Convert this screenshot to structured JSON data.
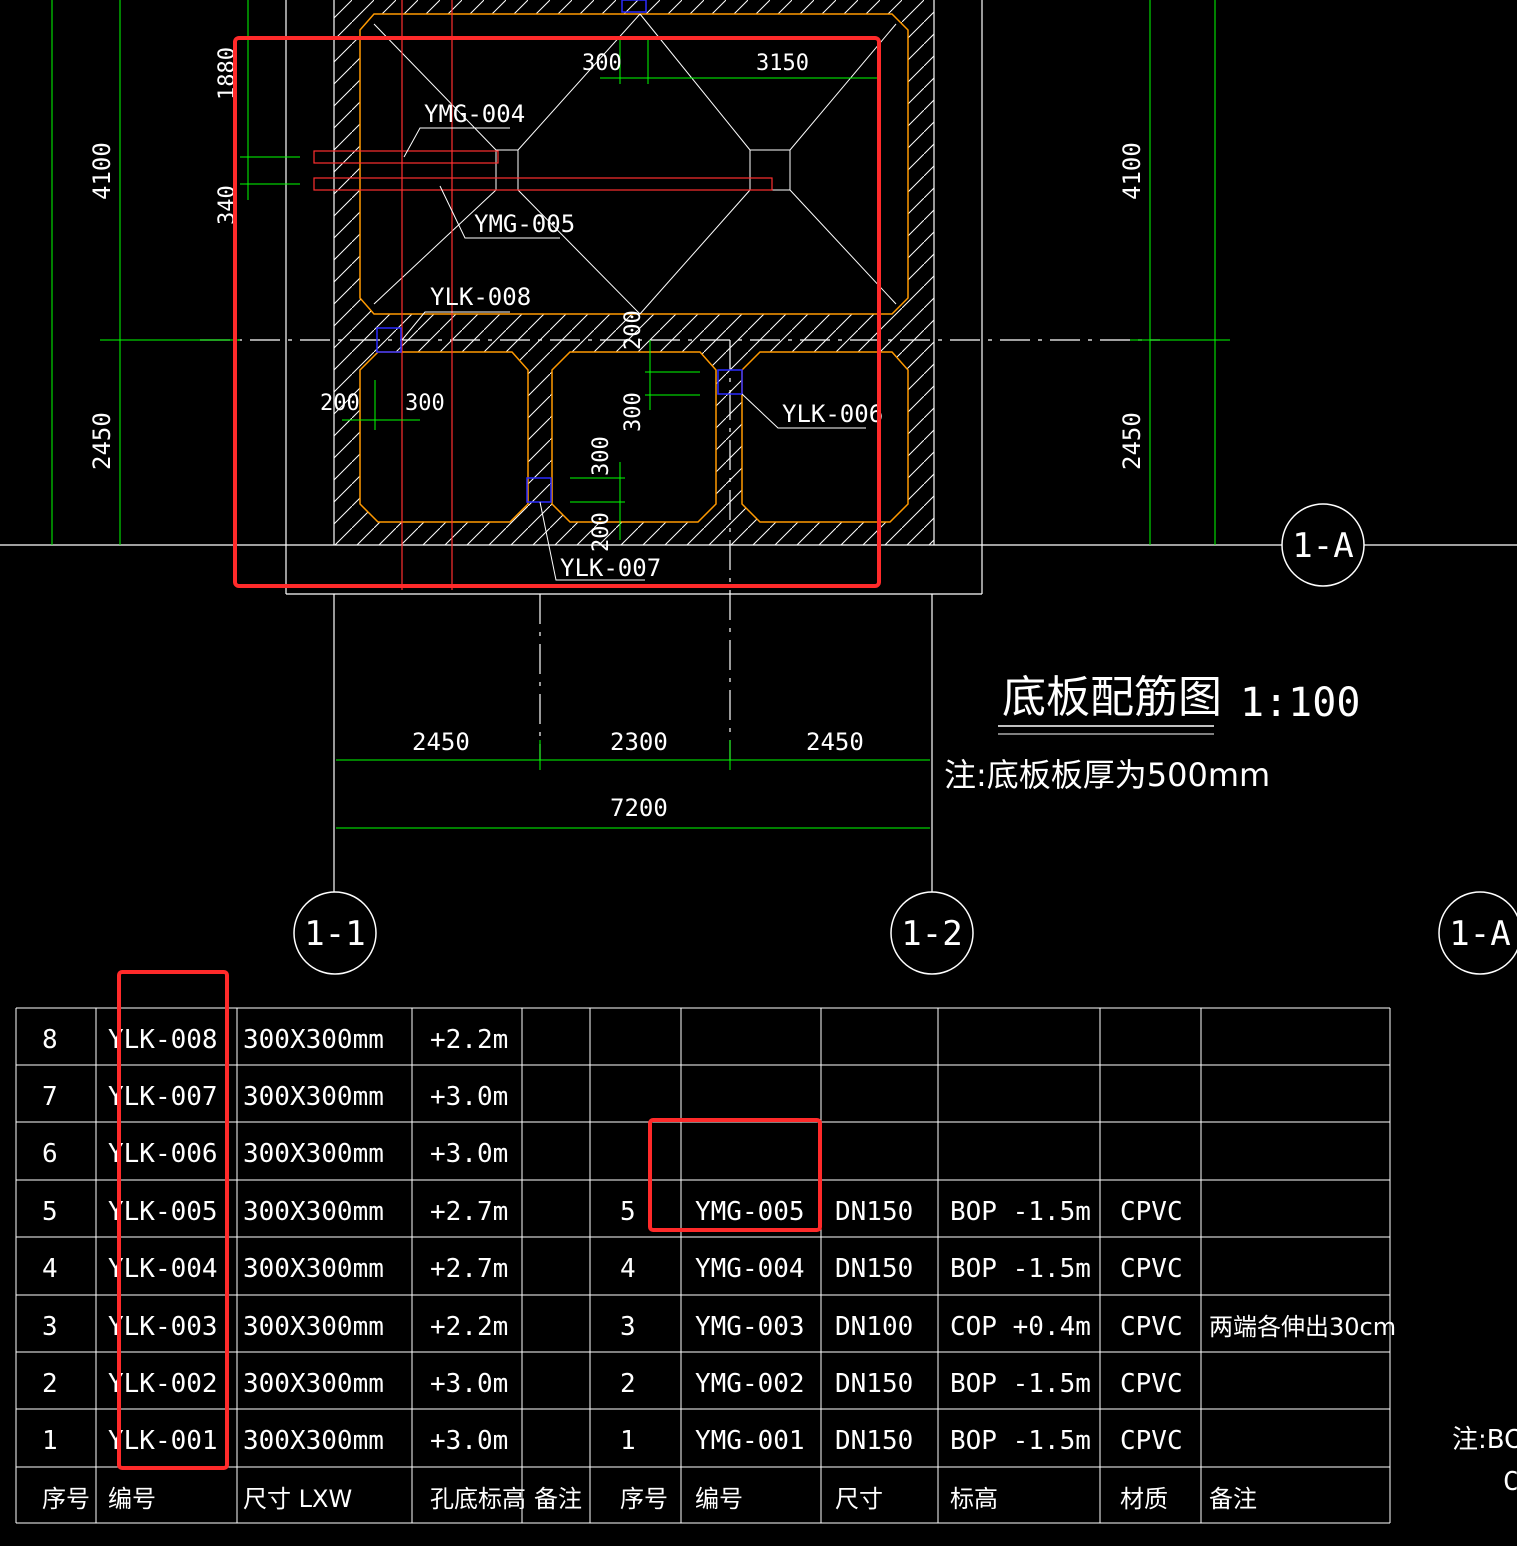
{
  "drawing": {
    "title": "底板配筋图",
    "scale": "1:100",
    "note": "注:底板板厚为500mm",
    "edge_note_1": "注:BOF",
    "edge_note_2": "C",
    "grid_bubbles": {
      "left": "1-1",
      "right": "1-2",
      "row": "1-A",
      "row_edge": "1-A"
    },
    "dims_bottom": {
      "left": "2450",
      "middle": "2300",
      "right": "2450",
      "total": "7200"
    },
    "dims_left": {
      "upper": "4100",
      "lower": "2450"
    },
    "dims_right": {
      "upper": "4100",
      "lower": "2450"
    },
    "dims_inner": {
      "top_1880": "1880",
      "top_340": "340",
      "top_300": "300",
      "top_3150": "3150",
      "mid_200": "200",
      "mid_300": "300",
      "wall_200": "200",
      "cell_300_a": "300",
      "cell_300_b": "300",
      "cell_200": "200"
    },
    "tags": {
      "ymg004": "YMG-004",
      "ymg005": "YMG-005",
      "ylk008": "YLK-008",
      "ylk006": "YLK-006",
      "ylk007": "YLK-007"
    },
    "colors": {
      "grid_axis": "#ffffff",
      "dimension": "#00ff00",
      "wall": "#ff9900",
      "hole": "#0000ff",
      "highlight": "#ff2a2a",
      "pipe": "#ff3030"
    }
  },
  "table": {
    "headers": [
      "序号",
      "编号",
      "尺寸 LXW",
      "孔底标高",
      "备注",
      "序号",
      "编号",
      "尺寸",
      "标高",
      "材质",
      "备注"
    ],
    "rows": [
      [
        "8",
        "YLK-008",
        "300X300mm",
        "+2.2m",
        "",
        "",
        "",
        "",
        "",
        "",
        ""
      ],
      [
        "7",
        "YLK-007",
        "300X300mm",
        "+3.0m",
        "",
        "",
        "",
        "",
        "",
        "",
        ""
      ],
      [
        "6",
        "YLK-006",
        "300X300mm",
        "+3.0m",
        "",
        "",
        "",
        "",
        "",
        "",
        ""
      ],
      [
        "5",
        "YLK-005",
        "300X300mm",
        "+2.7m",
        "",
        "5",
        "YMG-005",
        "DN150",
        "BOP -1.5m",
        "CPVC",
        ""
      ],
      [
        "4",
        "YLK-004",
        "300X300mm",
        "+2.7m",
        "",
        "4",
        "YMG-004",
        "DN150",
        "BOP -1.5m",
        "CPVC",
        ""
      ],
      [
        "3",
        "YLK-003",
        "300X300mm",
        "+2.2m",
        "",
        "3",
        "YMG-003",
        "DN100",
        "COP +0.4m",
        "CPVC",
        "两端各伸出30cm"
      ],
      [
        "2",
        "YLK-002",
        "300X300mm",
        "+3.0m",
        "",
        "2",
        "YMG-002",
        "DN150",
        "BOP -1.5m",
        "CPVC",
        ""
      ],
      [
        "1",
        "YLK-001",
        "300X300mm",
        "+3.0m",
        "",
        "1",
        "YMG-001",
        "DN150",
        "BOP -1.5m",
        "CPVC",
        ""
      ]
    ]
  }
}
